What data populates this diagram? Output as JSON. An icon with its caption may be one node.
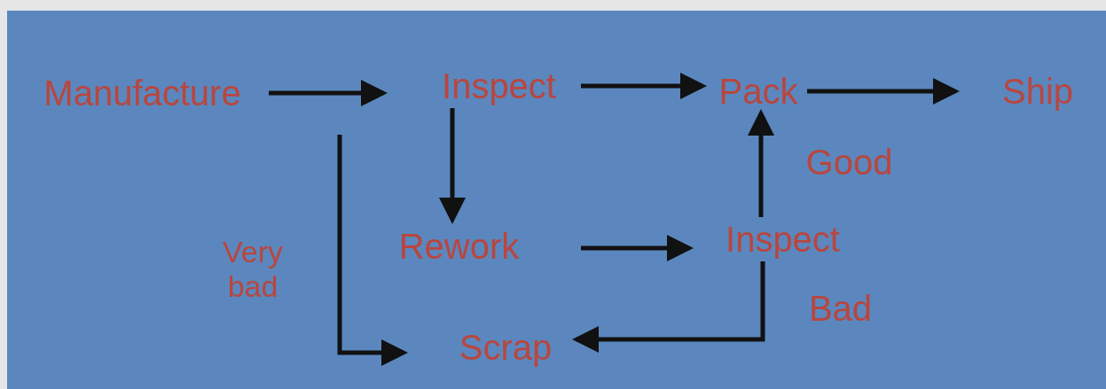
{
  "diagram": {
    "nodes": [
      {
        "text": [
          "Manufacture"
        ]
      },
      {
        "text": [
          "Inspect"
        ]
      },
      {
        "text": [
          "Pack"
        ]
      },
      {
        "text": [
          "Ship"
        ]
      },
      {
        "text": [
          "Rework"
        ]
      },
      {
        "text": [
          "Inspect"
        ]
      },
      {
        "text": [
          "Scrap"
        ]
      }
    ],
    "edges": [
      {
        "from": 0,
        "to": 1,
        "arrow": "to"
      },
      {
        "from": 1,
        "to": 2,
        "arrow": "to"
      },
      {
        "from": 2,
        "to": 3,
        "arrow": "to"
      },
      {
        "from": 1,
        "to": 4,
        "arrow": "to"
      },
      {
        "from": 4,
        "to": 5,
        "arrow": "to"
      },
      {
        "from": 5,
        "to": 2,
        "arrow": "to",
        "label": "Good"
      },
      {
        "from": 5,
        "to": 6,
        "arrow": "to",
        "label": "Bad"
      },
      {
        "from": null,
        "to": 6,
        "arrow": "to",
        "label": "Very bad"
      }
    ]
  }
}
